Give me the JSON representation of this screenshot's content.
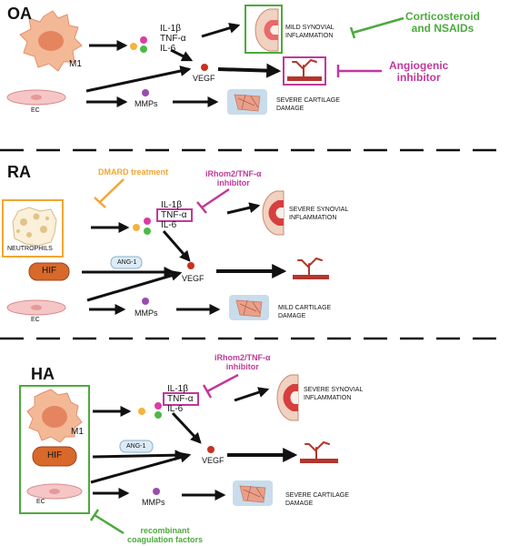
{
  "sections": {
    "oa": {
      "title": "OA",
      "cell_label": "M1",
      "cytokines": [
        "IL-1β",
        "TNF-α",
        "IL-6"
      ],
      "vegf": "VEGF",
      "ec": "EC",
      "mmps": "MMPs",
      "outcome_synovial": [
        "MILD SYNOVIAL",
        "INFLAMMATION"
      ],
      "outcome_cartilage": [
        "SEVERE CARTILAGE",
        "DAMAGE"
      ],
      "treatment_1": [
        "Corticosteroid",
        "and NSAIDs"
      ],
      "treatment_2": [
        "Angiogenic",
        "inhibitor"
      ]
    },
    "ra": {
      "title": "RA",
      "cell_label": "NEUTROPHILS",
      "cytokines": [
        "IL-1β",
        "TNF-α",
        "IL-6"
      ],
      "hif": "HIF",
      "ang1": "ANG-1",
      "vegf": "VEGF",
      "ec": "EC",
      "mmps": "MMPs",
      "outcome_synovial": [
        "SEVERE SYNOVIAL",
        "INFLAMMATION"
      ],
      "outcome_cartilage": [
        "MILD CARTILAGE",
        "DAMAGE"
      ],
      "treatment_dmard": "DMARD treatment",
      "treatment_irhom": [
        "iRhom2/TNF-α",
        "inhibitor"
      ]
    },
    "ha": {
      "title": "HA",
      "cell_label": "M1",
      "cytokines": [
        "IL-1β",
        "TNF-α",
        "IL-6"
      ],
      "hif": "HIF",
      "ang1": "ANG-1",
      "vegf": "VEGF",
      "ec": "EC",
      "mmps": "MMPs",
      "outcome_synovial": [
        "SEVERE SYNOVIAL",
        "INFLAMMATION"
      ],
      "outcome_cartilage": [
        "SEVERE CARTILAGE",
        "DAMAGE"
      ],
      "treatment_irhom": [
        "iRhom2/TNF-α",
        "inhibitor"
      ],
      "treatment_recomb": [
        "recombinant",
        "coagulation factors"
      ]
    }
  },
  "colors": {
    "green": "#4caa3c",
    "pink": "#c0399a",
    "orange": "#f2a633",
    "dot_orange": "#f6b23b",
    "dot_pink": "#dc3ca3",
    "dot_green": "#4fb848",
    "vegf_red": "#c8321f",
    "mmp_purple": "#9b4bb0",
    "hif_fill": "#d8692a",
    "macrophage": "#f3b996",
    "vessel": "#b4362d"
  }
}
